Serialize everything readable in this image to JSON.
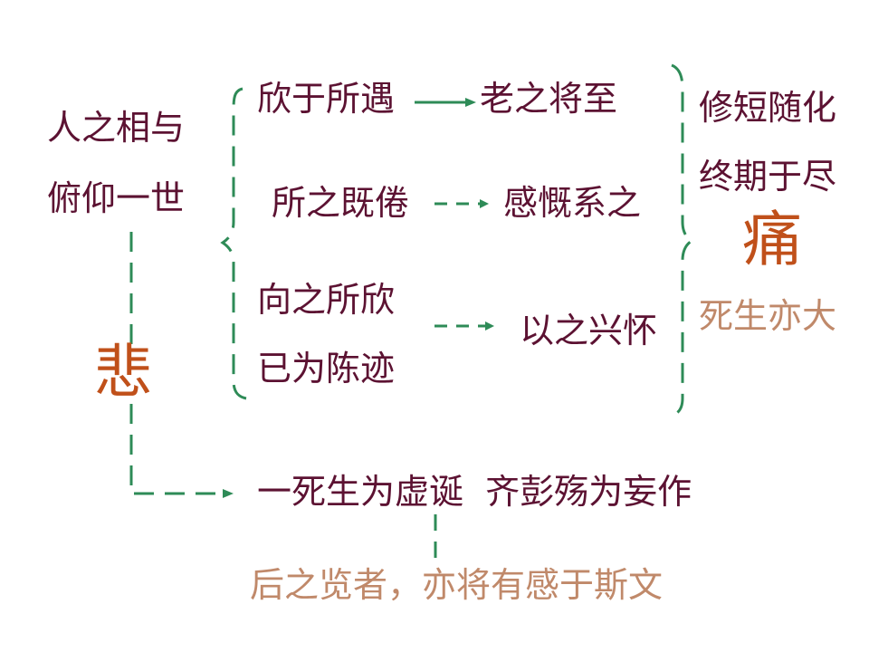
{
  "left": {
    "line1": "人之相与",
    "line2": "俯仰一世",
    "emotion": "悲"
  },
  "middle": {
    "r1_cause": "欣于所遇",
    "r1_effect": "老之将至",
    "r2_cause": "所之既倦",
    "r2_effect": "感慨系之",
    "r3_cause_a": "向之所欣",
    "r3_cause_b": "已为陈迹",
    "r3_effect": "以之兴怀"
  },
  "right": {
    "line1": "修短随化",
    "line2": "终期于尽",
    "emotion": "痛",
    "line3": "死生亦大"
  },
  "bottom": {
    "conclusion": "一死生为虚诞  齐彭殇为妄作",
    "final": "后之览者，亦将有感于斯文"
  },
  "colors": {
    "text": "#5c1232",
    "emotion": "#c0501a",
    "secondary": "#c0896a",
    "connector": "#2e8b57"
  }
}
